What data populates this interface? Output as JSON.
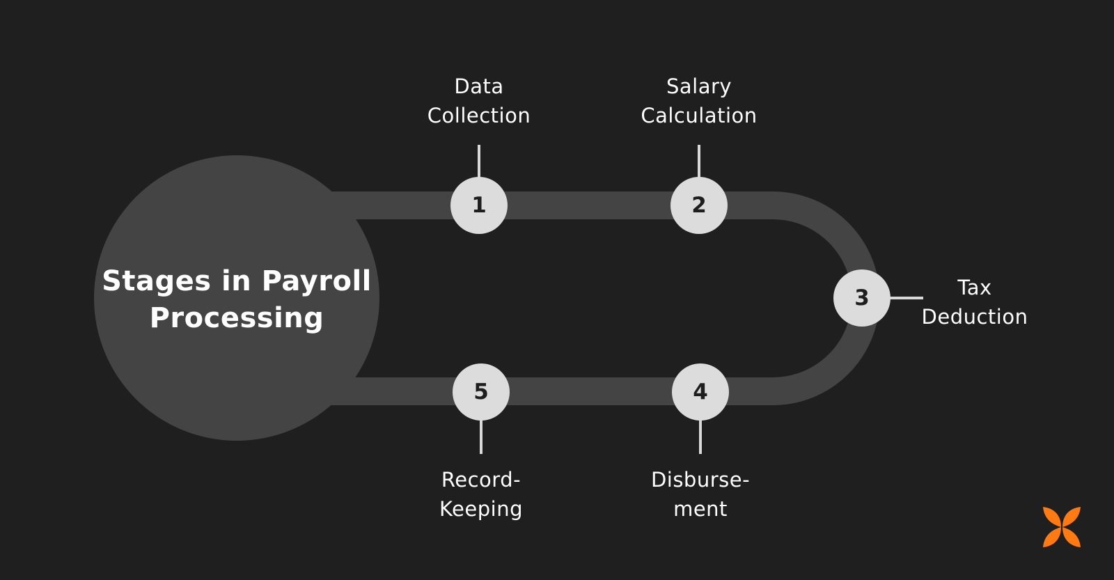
{
  "title": {
    "line1": "Stages in Payroll",
    "line2": "Processing"
  },
  "colors": {
    "background": "#1f1f1f",
    "track": "#444444",
    "hub": "#444444",
    "node_fill": "#dcdcdc",
    "node_text": "#1e1e1e",
    "connector": "#d9d9d9",
    "label_text": "#ffffff",
    "logo": "#ff7a12"
  },
  "stages": [
    {
      "number": "1",
      "line1": "Data",
      "line2": "Collection"
    },
    {
      "number": "2",
      "line1": "Salary",
      "line2": "Calculation"
    },
    {
      "number": "3",
      "line1": "Tax",
      "line2": "Deduction"
    },
    {
      "number": "4",
      "line1": "Disburse-",
      "line2": "ment"
    },
    {
      "number": "5",
      "line1": "Record-",
      "line2": "Keeping"
    }
  ],
  "logo": {
    "icon": "butterfly-logo-icon"
  }
}
